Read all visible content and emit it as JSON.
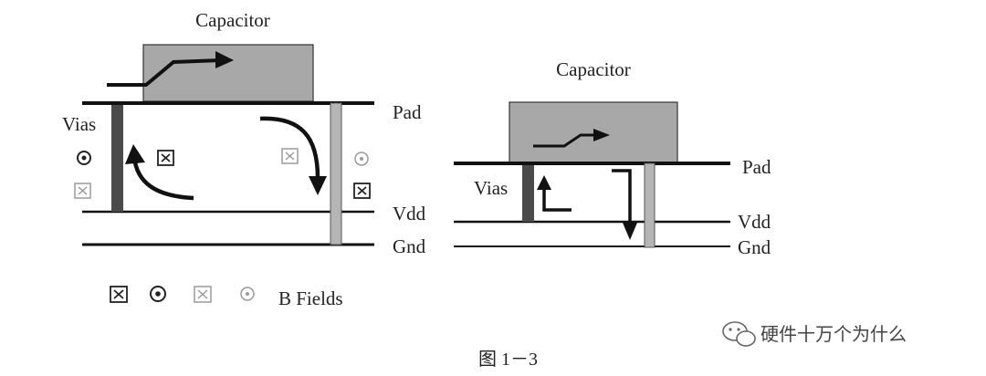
{
  "left": {
    "capacitor_label": "Capacitor",
    "pad_label": "Pad",
    "vdd_label": "Vdd",
    "gnd_label": "Gnd",
    "vias_label": "Vias"
  },
  "right": {
    "capacitor_label": "Capacitor",
    "pad_label": "Pad",
    "vdd_label": "Vdd",
    "gnd_label": "Gnd",
    "vias_label": "Vias"
  },
  "legend": {
    "label": "B Fields",
    "symbols": [
      "field-into-page-dark",
      "field-out-of-page-dark",
      "field-into-page-light",
      "field-out-of-page-light"
    ]
  },
  "caption": "图 1－3",
  "watermark": "硬件十万个为什么",
  "colors": {
    "capacitor_fill": "#a8a8a8",
    "via_dark": "#4a4a4a",
    "via_light": "#b5b5b5",
    "line": "#111111",
    "light_symbol": "#9a9a9a"
  }
}
